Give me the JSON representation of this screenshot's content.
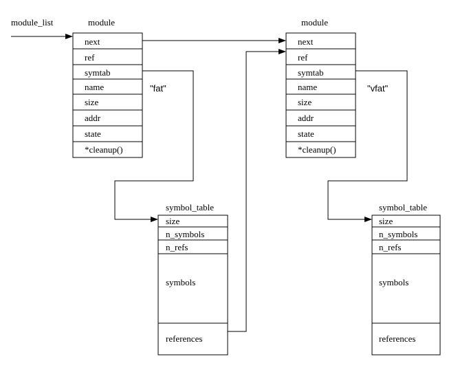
{
  "module_list_label": "module_list",
  "modules": [
    {
      "title": "module",
      "fields": [
        "next",
        "ref",
        "symtab",
        "name",
        "size",
        "addr",
        "state",
        "*cleanup()"
      ],
      "name_value": "\"fat\""
    },
    {
      "title": "module",
      "fields": [
        "next",
        "ref",
        "symtab",
        "name",
        "size",
        "addr",
        "state",
        "*cleanup()"
      ],
      "name_value": "\"vfat\""
    }
  ],
  "symbol_tables": [
    {
      "title": "symbol_table",
      "fields": [
        "size",
        "n_symbols",
        "n_refs",
        "symbols",
        "references"
      ]
    },
    {
      "title": "symbol_table",
      "fields": [
        "size",
        "n_symbols",
        "n_refs",
        "symbols",
        "references"
      ]
    }
  ]
}
